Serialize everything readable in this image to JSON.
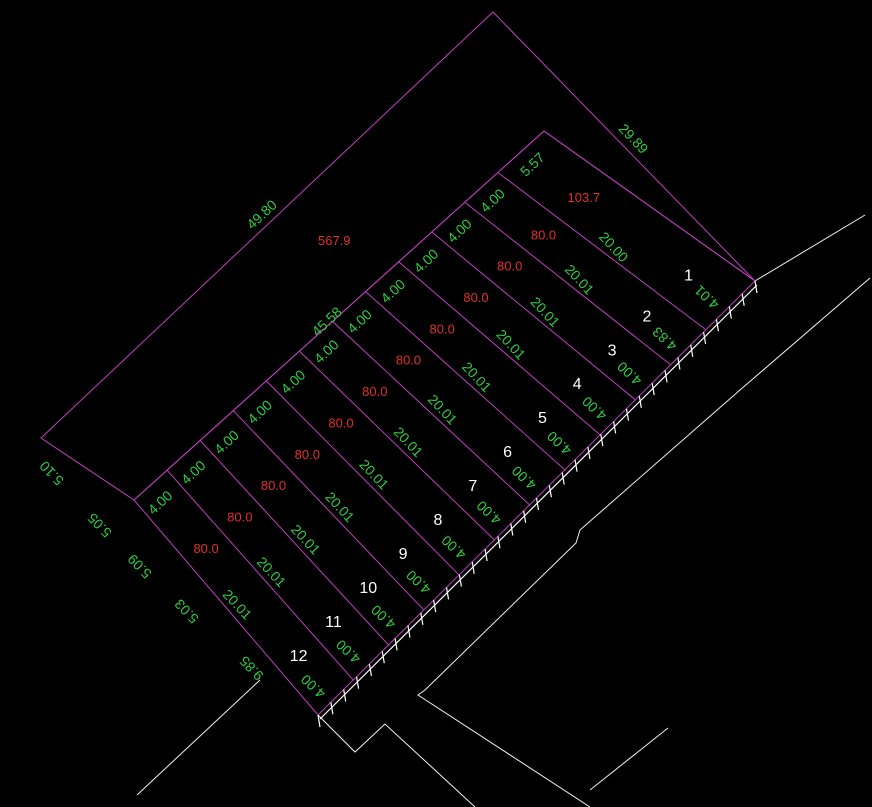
{
  "colors": {
    "background": "#000000",
    "boundary": "#c040c0",
    "road": "#f2f2f2",
    "dimension_text": "#2ecc40",
    "area_text": "#e0302a",
    "lot_number": "#ffffff"
  },
  "big_parcel": {
    "area": "567.9",
    "edge_top_left": "49.80",
    "edge_top_right": "29.89",
    "edge_bottom": "45.58",
    "edge_left_a": "5.10",
    "edge_left_b": "5.05"
  },
  "strip": {
    "edge_left_a": "5.09",
    "edge_left_b": "5.03",
    "corner_small": "9.85"
  },
  "lots": [
    {
      "number": "1",
      "area": "103.7",
      "depth": "20.00",
      "width": "5.57",
      "front": "4.01"
    },
    {
      "number": "2",
      "area": "80.0",
      "depth": "20.01",
      "width": "4.00",
      "front": "4.83"
    },
    {
      "number": "3",
      "area": "80.0",
      "depth": "20.01",
      "width": "4.00",
      "front": "4.00"
    },
    {
      "number": "4",
      "area": "80.0",
      "depth": "20.01",
      "width": "4.00",
      "front": "4.00"
    },
    {
      "number": "5",
      "area": "80.0",
      "depth": "20.01",
      "width": "4.00",
      "front": "4.00"
    },
    {
      "number": "6",
      "area": "80.0",
      "depth": "20.01",
      "width": "4.00",
      "front": "4.00"
    },
    {
      "number": "7",
      "area": "80.0",
      "depth": "20.01",
      "width": "4.00",
      "front": "4.00"
    },
    {
      "number": "8",
      "area": "80.0",
      "depth": "20.01",
      "width": "4.00",
      "front": "4.00"
    },
    {
      "number": "9",
      "area": "80.0",
      "depth": "20.01",
      "width": "4.00",
      "front": "4.00"
    },
    {
      "number": "10",
      "area": "80.0",
      "depth": "20.01",
      "width": "4.00",
      "front": "4.00"
    },
    {
      "number": "11",
      "area": "80.0",
      "depth": "20.01",
      "width": "4.00",
      "front": "4.00"
    },
    {
      "number": "12",
      "area": "80.0",
      "depth": "20.01",
      "width": "4.00",
      "front": "4.00"
    }
  ]
}
